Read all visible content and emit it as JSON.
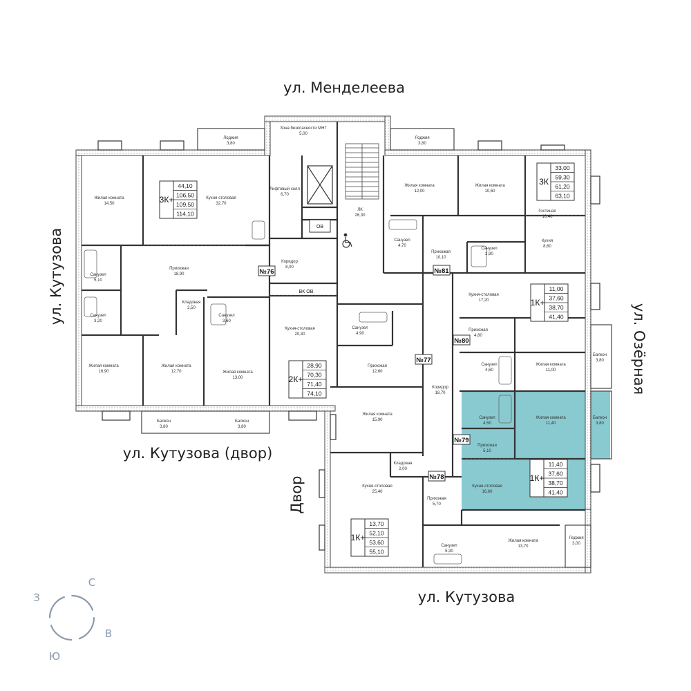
{
  "streets": {
    "north": "ул. Менделеева",
    "west": "ул. Кутузова",
    "east": "ул. Озёрная",
    "south": "ул. Кутузова",
    "courtyard_side": "ул. Кутузова (двор)",
    "yard": "Двор"
  },
  "compass": {
    "north": "С",
    "east": "В",
    "south": "Ю",
    "west": "З"
  },
  "highlight_color": "#7cc4cc",
  "rooms": [
    {
      "name": "Лоджия",
      "area": "3,80"
    },
    {
      "name": "Зона безопасности МНГ",
      "area": "5,00"
    },
    {
      "name": "Лоджия",
      "area": "3,80"
    },
    {
      "name": "Жилая комната",
      "area": "14,50"
    },
    {
      "name": "Кухня-столовая",
      "area": "32,70"
    },
    {
      "name": "Лифтовый холл",
      "area": "6,70"
    },
    {
      "name": "ЛК",
      "area": "26,30"
    },
    {
      "name": "Жилая комната",
      "area": "12,00"
    },
    {
      "name": "Жилая комната",
      "area": "10,60"
    },
    {
      "name": "Гостиная",
      "area": "10,40"
    },
    {
      "name": "Кухня",
      "area": "8,60"
    },
    {
      "name": "Санузел",
      "area": "4,70"
    },
    {
      "name": "Прихожая",
      "area": "10,10"
    },
    {
      "name": "Санузел",
      "area": "2,90"
    },
    {
      "name": "Санузел",
      "area": "5,10"
    },
    {
      "name": "Прихожая",
      "area": "18,90"
    },
    {
      "name": "Коридор",
      "area": "8,00"
    },
    {
      "name": "Санузел",
      "area": "3,20"
    },
    {
      "name": "Кладовая",
      "area": "2,50"
    },
    {
      "name": "Санузел",
      "area": "3,60"
    },
    {
      "name": "Кухня-столовая",
      "area": "20,30"
    },
    {
      "name": "Санузел",
      "area": "4,90"
    },
    {
      "name": "Кухня-столовая",
      "area": "17,20"
    },
    {
      "name": "Прихожая",
      "area": "4,80"
    },
    {
      "name": "Жилая комната",
      "area": "16,90"
    },
    {
      "name": "Жилая комната",
      "area": "12,70"
    },
    {
      "name": "Жилая комната",
      "area": "13,00"
    },
    {
      "name": "Прихожая",
      "area": "12,60"
    },
    {
      "name": "Санузел",
      "area": "4,60"
    },
    {
      "name": "Жилая комната",
      "area": "11,00"
    },
    {
      "name": "Балкон",
      "area": "3,80"
    },
    {
      "name": "Коридор",
      "area": "18,70"
    },
    {
      "name": "Жилая комната",
      "area": "15,90"
    },
    {
      "name": "Санузел",
      "area": "4,50"
    },
    {
      "name": "Жилая комната",
      "area": "11,40"
    },
    {
      "name": "Балкон",
      "area": "3,80"
    },
    {
      "name": "Балкон",
      "area": "3,80"
    },
    {
      "name": "Балкон",
      "area": "3,80"
    },
    {
      "name": "Прихожая",
      "area": "5,10"
    },
    {
      "name": "Кладовая",
      "area": "2,00"
    },
    {
      "name": "Кухня-столовая",
      "area": "25,40"
    },
    {
      "name": "Кухня-столовая",
      "area": "16,60"
    },
    {
      "name": "Прихожая",
      "area": "5,70"
    },
    {
      "name": "Жилая комната",
      "area": "13,70"
    },
    {
      "name": "Лоджия",
      "area": "3,00"
    },
    {
      "name": "Санузел",
      "area": "5,30"
    }
  ],
  "unit_numbers": [
    "№76",
    "№81",
    "№80",
    "№77",
    "№79",
    "№78"
  ],
  "service_labels": {
    "ov": "ОВ",
    "vk_ov": "ВК  ОВ"
  },
  "unit_blocks": [
    {
      "type": "3К+",
      "values": [
        "44,10",
        "106,50",
        "109,50",
        "114,10"
      ]
    },
    {
      "type": "3К",
      "values": [
        "33,00",
        "59,30",
        "61,20",
        "63,10"
      ]
    },
    {
      "type": "1К+",
      "values": [
        "11,00",
        "37,60",
        "38,70",
        "41,40"
      ]
    },
    {
      "type": "2К+",
      "values": [
        "28,90",
        "70,30",
        "71,40",
        "74,10"
      ]
    },
    {
      "type": "1К+",
      "values": [
        "11,40",
        "37,60",
        "38,70",
        "41,40"
      ]
    },
    {
      "type": "1К+",
      "values": [
        "13,70",
        "52,10",
        "53,60",
        "55,10"
      ]
    }
  ]
}
